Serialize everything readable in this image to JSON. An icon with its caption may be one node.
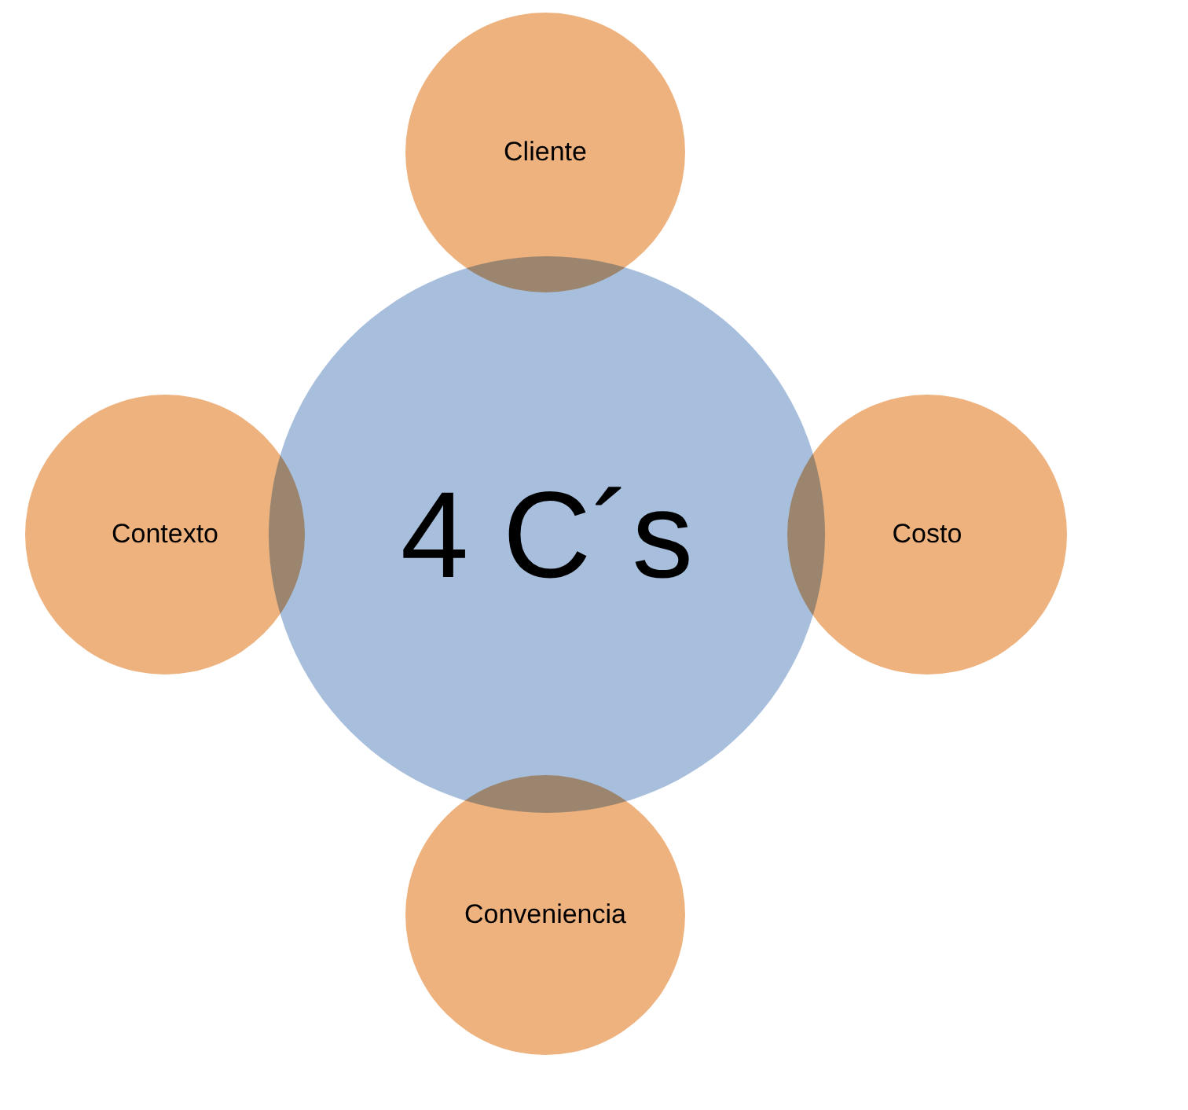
{
  "diagram": {
    "nodes": [
      {
        "text": [
          "4 C´s"
        ]
      },
      {
        "text": [
          "Cliente"
        ]
      },
      {
        "text": [
          "Contexto"
        ]
      },
      {
        "text": [
          "Costo"
        ]
      },
      {
        "text": [
          "Conveniencia"
        ]
      }
    ]
  }
}
